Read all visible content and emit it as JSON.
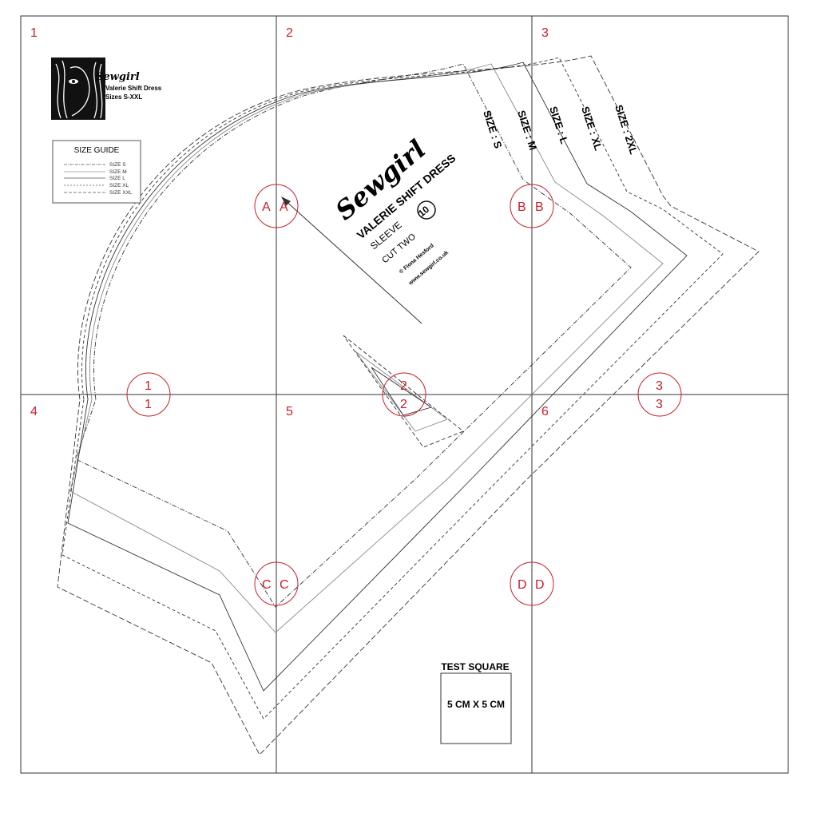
{
  "page_numbers": [
    "1",
    "2",
    "3",
    "4",
    "5",
    "6"
  ],
  "logo": {
    "brand": "Sewgirl",
    "line1": "Valerie Shift Dress",
    "line2": "Sizes S-XXL"
  },
  "size_guide": {
    "title": "SIZE GUIDE",
    "items": [
      "SIZE S",
      "SIZE M",
      "SIZE L",
      "SIZE XL",
      "SIZE XXL"
    ]
  },
  "piece": {
    "brand": "Sewgirl",
    "title": "VALERIE SHIFT DRESS",
    "number": "10",
    "name": "SLEEVE",
    "cut": "CUT TWO",
    "copyright": "© Fiona Hesford",
    "url": "www.sewgirl.co.uk"
  },
  "size_labels": [
    "SIZE : S",
    "SIZE : M",
    "SIZE : L",
    "SIZE : XL",
    "SIZE : 2XL"
  ],
  "match_marks": {
    "A": "A",
    "B": "B",
    "C": "C",
    "D": "D",
    "n1": "1",
    "n2": "2",
    "n3": "3"
  },
  "test_square": {
    "title": "TEST SQUARE",
    "label": "5 CM X 5 CM"
  },
  "colors": {
    "marker": "#c8202a",
    "line": "#222222"
  }
}
